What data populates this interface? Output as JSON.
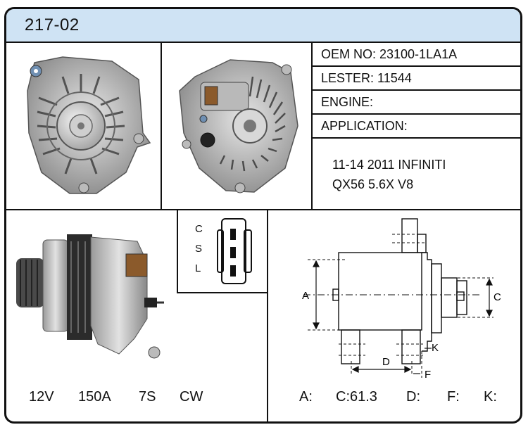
{
  "header": {
    "part_code": "217-02"
  },
  "specs": {
    "oem": "OEM NO: 23100-1LA1A",
    "lester": "LESTER: 11544",
    "engine": "ENGINE:",
    "application": "APPLICATION:"
  },
  "application_lines": [
    "11-14 2011 INFINITI",
    "QX56 5.6X V8"
  ],
  "connector": {
    "pins": [
      "C",
      "S",
      "L"
    ]
  },
  "electrical": {
    "voltage": "12V",
    "amperage": "150A",
    "pulley": "7S",
    "rotation": "CW"
  },
  "dimensions_labels": {
    "a": "A",
    "c": "C",
    "d": "D",
    "f": "F",
    "k": "K"
  },
  "dimensions_values": {
    "a": "A:",
    "c": "C:61.3",
    "d": "D:",
    "f": "F:",
    "k": "K:"
  },
  "colors": {
    "header_bg": "#cfe3f4",
    "border": "#111111"
  },
  "icons": [
    "alternator-front-photo",
    "alternator-rear-photo",
    "alternator-side-photo",
    "connector-plug-icon",
    "dimension-drawing"
  ]
}
